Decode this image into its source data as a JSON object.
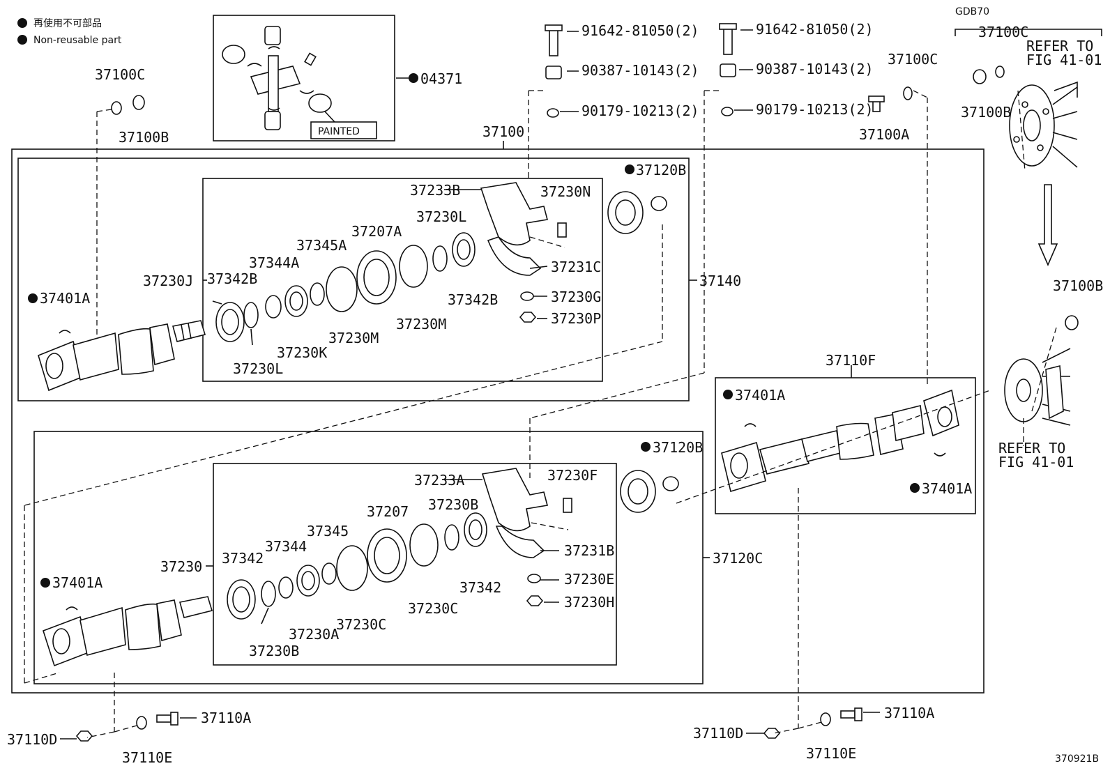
{
  "legend": {
    "jp": "再使用不可部品",
    "en": "Non-reusable part"
  },
  "figure_id": "370921B",
  "painted_tag": "PAINTED",
  "model_tag": "GDB70",
  "refer_top": [
    "REFER TO",
    "FIG 41-01"
  ],
  "refer_bottom": [
    "REFER TO",
    "FIG 41-01"
  ],
  "labels": {
    "p04371": "04371",
    "p37100C_l": "37100C",
    "p37100B_l": "37100B",
    "p37100": "37100",
    "p91642a": "91642-81050(2)",
    "p90387a": "90387-10143(2)",
    "p90179a": "90179-10213(2)",
    "p91642b": "91642-81050(2)",
    "p90387b": "90387-10143(2)",
    "p90179b": "90179-10213(2)",
    "p37100C_m": "37100C",
    "p37100A": "37100A",
    "p37100C_r": "37100C",
    "p37100B_r": "37100B",
    "p37100B_rr": "37100B",
    "p37120B_t": "37120B",
    "p37233B": "37233B",
    "p37230N": "37230N",
    "p37230L_t": "37230L",
    "p37207A": "37207A",
    "p37345A": "37345A",
    "p37344A": "37344A",
    "p37230J": "37230J",
    "p37342B_l": "37342B",
    "p37231C": "37231C",
    "p37230G": "37230G",
    "p37230P": "37230P",
    "p37342B_r": "37342B",
    "p37230M_r": "37230M",
    "p37230M_l": "37230M",
    "p37230K": "37230K",
    "p37230L_b": "37230L",
    "p37140": "37140",
    "p37401A_1": "37401A",
    "p37110F": "37110F",
    "p37401A_2": "37401A",
    "p37401A_3": "37401A",
    "p37120B_b": "37120B",
    "p37233A": "37233A",
    "p37230F": "37230F",
    "p37230B_t": "37230B",
    "p37207": "37207",
    "p37345": "37345",
    "p37344": "37344",
    "p37342_l": "37342",
    "p37230": "37230",
    "p37231B": "37231B",
    "p37230E": "37230E",
    "p37230H": "37230H",
    "p37342_r": "37342",
    "p37230C_r": "37230C",
    "p37230C_l": "37230C",
    "p37230A": "37230A",
    "p37230B_b": "37230B",
    "p37120C": "37120C",
    "p37401A_4": "37401A",
    "p37110A_l": "37110A",
    "p37110D_l": "37110D",
    "p37110E_l": "37110E",
    "p37110A_r": "37110A",
    "p37110D_r": "37110D",
    "p37110E_r": "37110E"
  }
}
